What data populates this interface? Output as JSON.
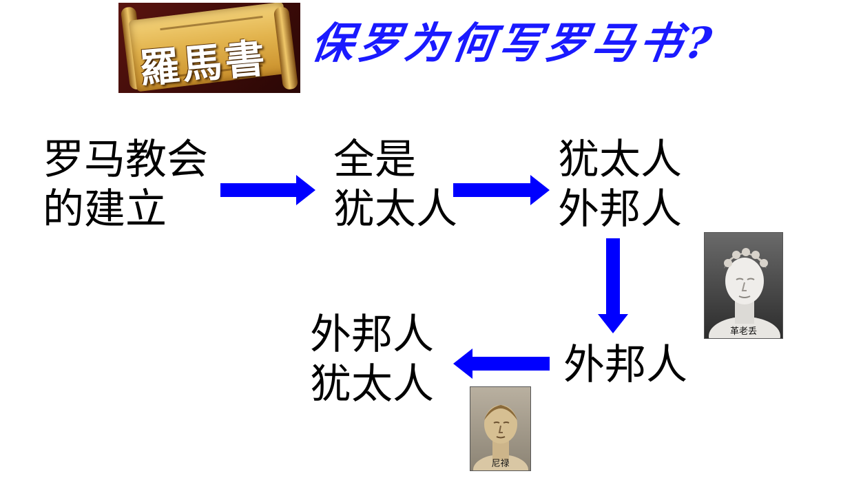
{
  "logo": {
    "text": "羅馬書"
  },
  "title": "保罗为何写罗马书?",
  "nodes": {
    "church_founding": {
      "line1": "罗马教会",
      "line2": "的建立"
    },
    "all_jews": {
      "line1": "全是",
      "line2": "犹太人"
    },
    "jews_gentiles": {
      "line1": "犹太人",
      "line2": "外邦人"
    },
    "gentiles": {
      "line1": "外邦人"
    },
    "gentiles_jews": {
      "line1": "外邦人",
      "line2": "犹太人"
    }
  },
  "portraits": {
    "claudius": {
      "label": "革老丢"
    },
    "nero": {
      "label": "尼禄"
    }
  },
  "colors": {
    "arrow": "#0000ff",
    "title": "#1a1aff"
  }
}
